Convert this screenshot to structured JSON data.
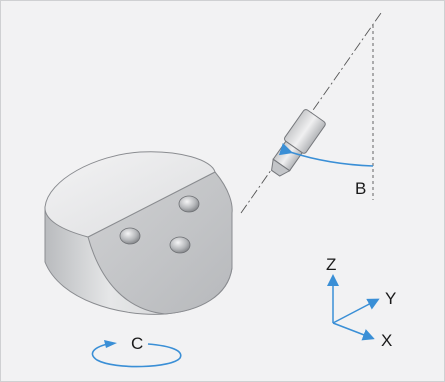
{
  "labels": {
    "b_axis": "B",
    "c_axis": "C",
    "x_axis": "X",
    "y_axis": "Y",
    "z_axis": "Z"
  },
  "colors": {
    "background": "#f2f2f3",
    "rotation_arrow": "#3a8fd6",
    "axis_lines": "#3a8fd6",
    "construction_lines": "#555555",
    "part_light": "#e9e9ea",
    "part_shadow": "#9a9ca0"
  },
  "icons": {
    "tool": "tool-icon",
    "workpiece": "workpiece-icon",
    "coordinate_system": "axes-icon"
  }
}
